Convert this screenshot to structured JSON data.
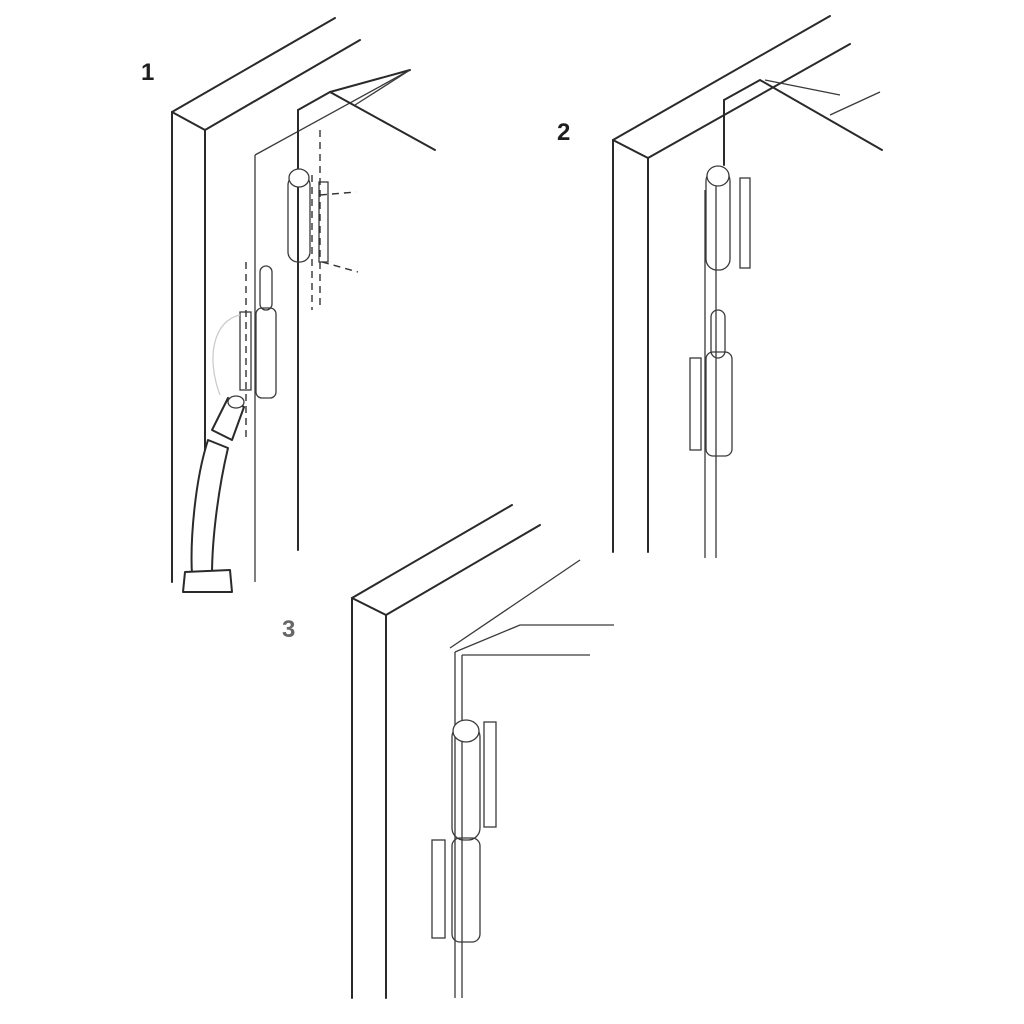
{
  "steps": [
    {
      "number": "1"
    },
    {
      "number": "2"
    },
    {
      "number": "3"
    }
  ],
  "colors": {
    "line": "#2a2a2a",
    "background": "#ffffff",
    "step_label": "#1e1e1e",
    "step_label_3": "#666666"
  },
  "icons": [
    "welding-torch-icon",
    "hinge-pin-icon",
    "hinge-barrel-icon"
  ]
}
